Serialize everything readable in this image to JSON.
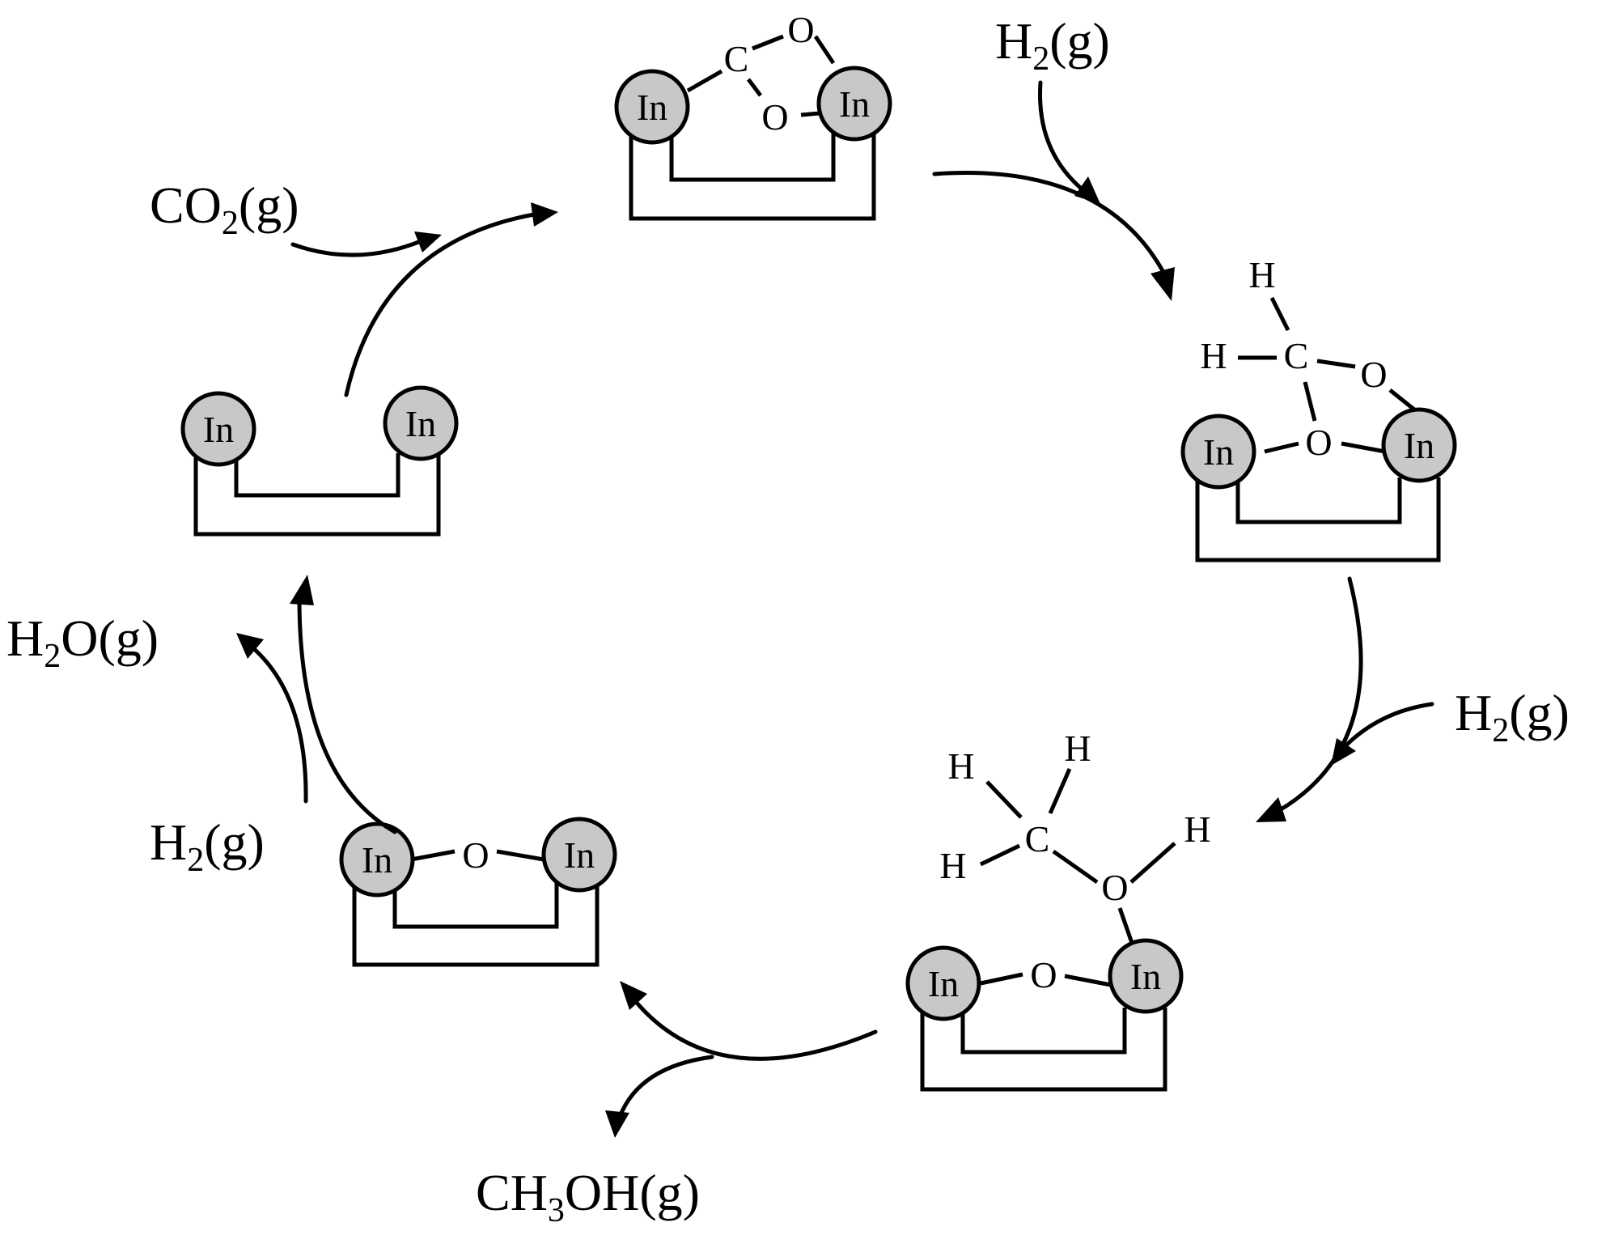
{
  "reagents": {
    "h2_top": {
      "main": "H",
      "sub": "2",
      "tail": "(g)"
    },
    "h2_right": {
      "main": "H",
      "sub": "2",
      "tail": "(g)"
    },
    "h2_left": {
      "main": "H",
      "sub": "2",
      "tail": "(g)"
    },
    "co2": {
      "main": "CO",
      "sub": "2",
      "tail": "(g)"
    },
    "h2o": {
      "main": "H",
      "sub": "2",
      "tail": "O(g)"
    },
    "ch3oh": {
      "main": "CH",
      "sub": "3",
      "tail": "OH(g)"
    }
  },
  "metal_label": "In",
  "atoms": {
    "carbon": "C",
    "oxygen": "O",
    "hydrogen": "H"
  },
  "colors": {
    "metal_fill": "#c8c8c8",
    "line": "#000000",
    "background": "#ffffff"
  }
}
